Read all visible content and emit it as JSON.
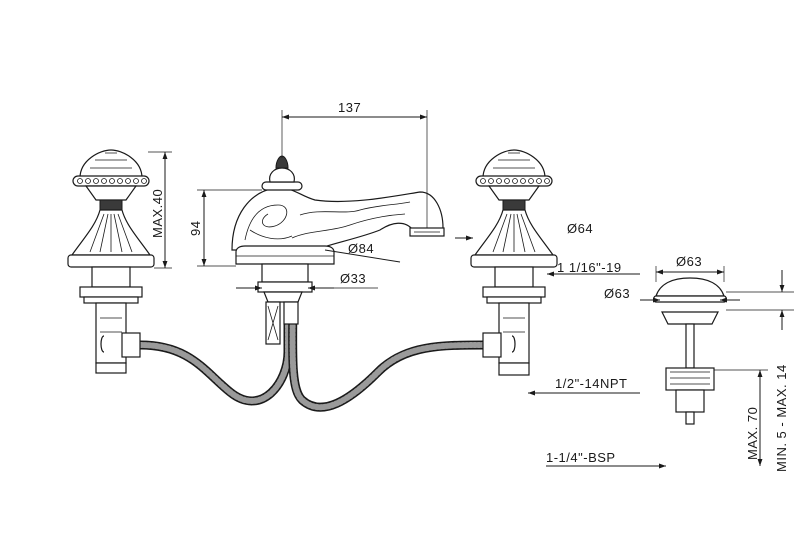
{
  "dimensions": {
    "spout_length": "137",
    "height_94": "94",
    "handle_max": "MAX.40",
    "dia_84": "Ø84",
    "dia_33": "Ø33",
    "dia_64": "Ø64",
    "thread_1_1_16": "1 1/16\"-19",
    "dia_63_top": "Ø63",
    "dia_63_side": "Ø63",
    "npt": "1/2\"-14NPT",
    "bsp": "1-1/4\"-BSP",
    "max_70": "MAX. 70",
    "min_max": "MIN. 5 - MAX. 14"
  },
  "colors": {
    "line": "#1a1a1a",
    "hose": "#9a9a9a",
    "background": "#ffffff"
  }
}
